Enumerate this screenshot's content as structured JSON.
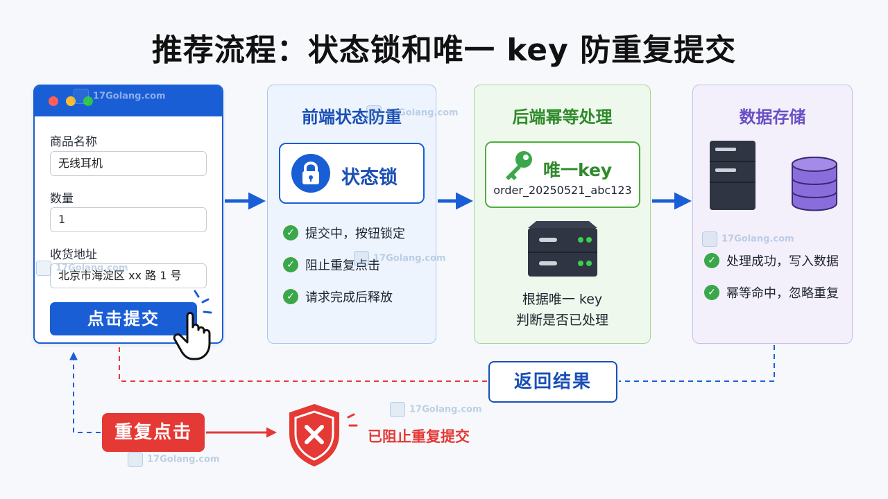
{
  "title": "推荐流程：状态锁和唯一 key 防重复提交",
  "form": {
    "product_label": "商品名称",
    "product_value": "无线耳机",
    "quantity_label": "数量",
    "quantity_value": "1",
    "address_label": "收货地址",
    "address_value": "北京市海淀区 xx 路 1 号",
    "submit_label": "点击提交"
  },
  "frontend": {
    "title": "前端状态防重",
    "lock_label": "状态锁",
    "items": [
      "提交中，按钮锁定",
      "阻止重复点击",
      "请求完成后释放"
    ]
  },
  "backend": {
    "title": "后端幂等处理",
    "key_label": "唯一key",
    "key_value": "order_20250521_abc123",
    "desc_line1": "根据唯一 key",
    "desc_line2": "判断是否已处理"
  },
  "storage": {
    "title": "数据存储",
    "items": [
      "处理成功，写入数据",
      "幂等命中，忽略重复"
    ]
  },
  "return_label": "返回结果",
  "duplicate_label": "重复点击",
  "blocked_label": "已阻止重复提交",
  "watermark": "17Golang.com",
  "colors": {
    "primary_blue": "#1a5ed6",
    "success_green": "#3aa74a",
    "danger_red": "#e53935",
    "storage_purple": "#6a4fc4"
  }
}
